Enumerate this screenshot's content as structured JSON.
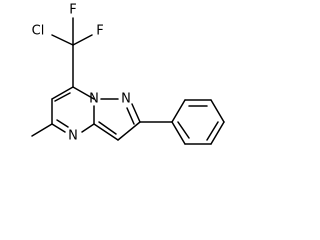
{
  "molecule": {
    "atoms": {
      "cl": "Cl",
      "f_top": "F",
      "f_right": "F",
      "n_bridge": "N",
      "n_pyrazole": "N",
      "n_pyrimidine": "N"
    }
  },
  "colors": {
    "bond": "#000000",
    "label": "#000000",
    "background": "#ffffff"
  }
}
